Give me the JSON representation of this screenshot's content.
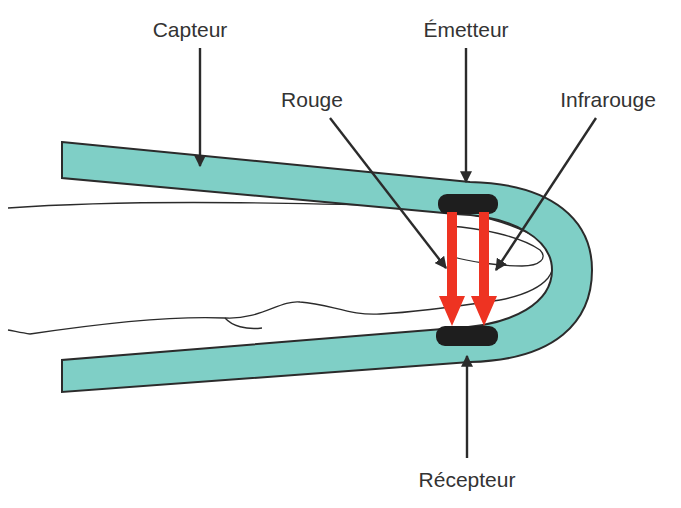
{
  "diagram": {
    "labels": [
      "Capteur",
      "Émetteur",
      "Rouge",
      "Infrarouge",
      "Récepteur"
    ]
  }
}
